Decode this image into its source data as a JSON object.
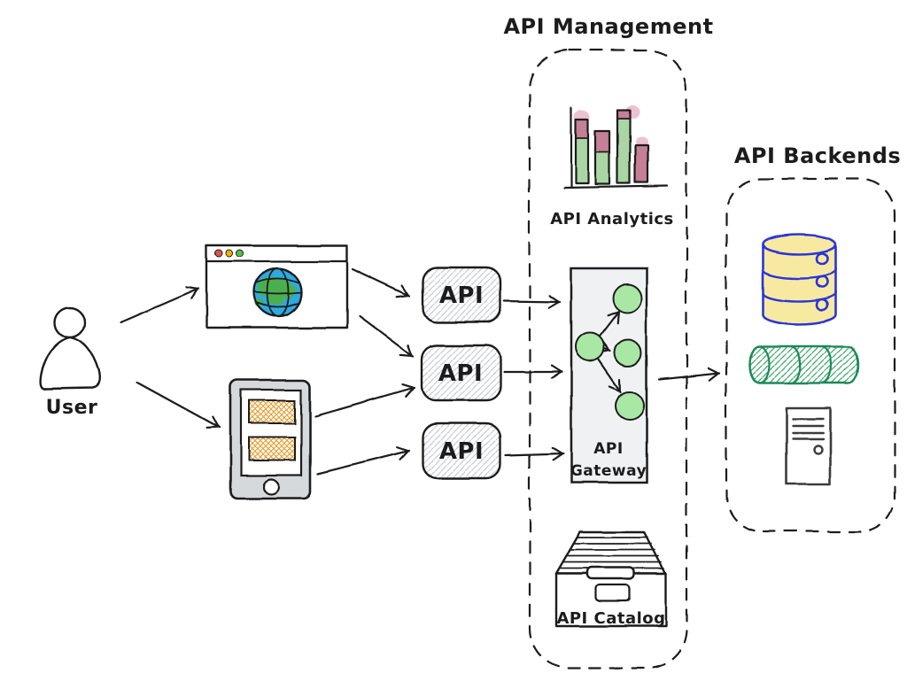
{
  "labels": {
    "management": "API Management",
    "backends": "API Backends",
    "analytics": "API Analytics",
    "catalog": "API Catalog",
    "gateway_line1": "API",
    "gateway_line2": "Gateway",
    "api_top": "API",
    "api_mid": "API",
    "api_bot": "API",
    "user": "User"
  },
  "colors": {
    "ink": "#1c1c1c",
    "box_hatch": "#c9cdd4",
    "gateway_fill": "#f0f1f3",
    "node_green": "#a9e7a4",
    "bar_green": "#a9d6a4",
    "bar_pink": "#c57f97",
    "bar_pink_soft": "#dc8fae",
    "db_yellow": "#f8e9a1",
    "db_blue": "#2b35d8",
    "cyl_green": "#1f8a55",
    "cyl_hatch": "#43a86f",
    "globe_blue": "#2ea9e1",
    "globe_land": "#4caf50",
    "dot_red": "#e0524e",
    "dot_yellow": "#f0b100",
    "dot_green": "#54c04f",
    "phone_body": "#d6d9dc",
    "screen_hatch": "#e8a33d",
    "server_ink": "#3a3a3a"
  }
}
